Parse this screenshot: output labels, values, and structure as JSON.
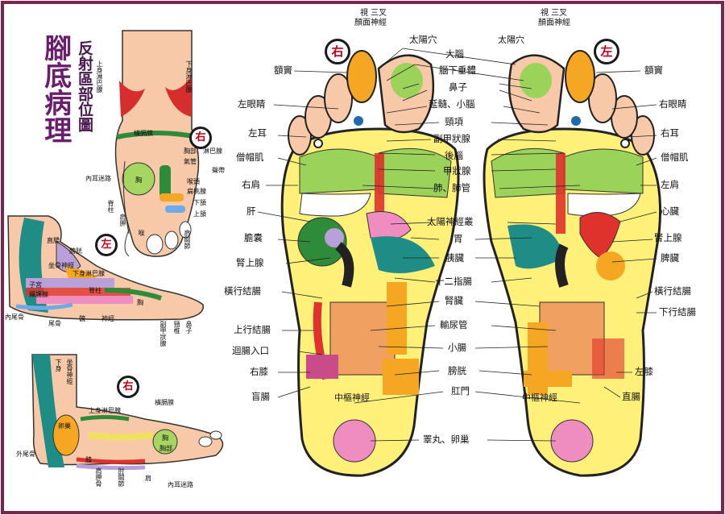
{
  "title": {
    "main": "腳底病理",
    "sub": "反射區部位圖"
  },
  "badges": {
    "right": "右",
    "left": "左"
  },
  "topLeftFoot": {
    "labels": {
      "lymphUpper": "上身淋巴腺",
      "lymphLower": "下身淋巴腺",
      "diaphragm": "橫膈膜",
      "chest": "胸部、淋巴腺",
      "trachea": "氣管",
      "innerEar": "內耳迷路",
      "chestZone": "胸",
      "tonsil": "扁桃腺",
      "jawLower": "下頷",
      "jawUpper": "上頷",
      "throatBelt": "喉頭",
      "shoulder": "肩胛",
      "spine": "脊柱",
      "shoulderJoint": "肩關節",
      "throat": "喉",
      "voiceBox": "聲帶"
    }
  },
  "midLeftFoot": {
    "labels": {
      "rectum": "直腸",
      "bladder": "膀胱",
      "sciatic": "坐骨神經",
      "lowerLymph": "下身淋巴腺",
      "uterus": "子宮",
      "prostate": "攝護腺",
      "coccyx": "內尾骨",
      "tailbone": "尾骨",
      "chest": "胸",
      "spine": "脊柱",
      "hip": "髖",
      "nerve": "神經",
      "bottom1": "副甲狀腺",
      "bottom2": "頸椎",
      "bottom3": "鼻子"
    }
  },
  "bottomLeftFoot": {
    "labels": {
      "lowerBody": "下身",
      "thighNerve": "坐骨神經",
      "ovaryLabel": "卵巢",
      "upperLymph": "上身淋巴腺",
      "diaphragm": "橫膈膜",
      "chestArea": "胸部",
      "outerTail": "外尾骨",
      "knee": "膝",
      "elbow": "肘關節",
      "shoulderBlade": "肩胛骨",
      "shoulder": "肩",
      "innerEar": "內耳迷路",
      "chestLabel": "胸"
    }
  },
  "rightFoot": {
    "topLabels": [
      "視 三叉",
      "顏面神經"
    ],
    "leftCol": [
      "額竇",
      "左眼睛",
      "左耳",
      "僧帽肌",
      "右肩",
      "肝",
      "膽囊",
      "腎上腺",
      "橫行結腸",
      "上行結腸",
      "迴腸入口",
      "右膝",
      "盲腸"
    ],
    "solar": "中樞神經"
  },
  "leftFoot": {
    "topLabels": [
      "視 三叉",
      "顏面神經"
    ],
    "rightCol": [
      "額竇",
      "右眼睛",
      "右耳",
      "僧帽肌",
      "左肩",
      "心臟",
      "腎上腺",
      "脾臟",
      "橫行結腸",
      "下行結腸",
      "左膝",
      "直腸"
    ],
    "solar": "中樞神經"
  },
  "centerLabels": [
    "太陽穴",
    "大腦",
    "腦下垂體",
    "鼻子",
    "延髓、小腦",
    "頸項",
    "副甲狀腺",
    "後腦",
    "甲狀腺",
    "肺、肺管",
    "太陽神經叢",
    "胃",
    "胰臟",
    "十二指腸",
    "腎臟",
    "輸尿管",
    "小腸",
    "膀胱",
    "肛門",
    "睪丸、卵巢"
  ],
  "leftTemple": "太陽穴",
  "colors": {
    "frame": "#7a2450",
    "skin": "#f8c9a8",
    "yellow": "#fff07a",
    "green": "#9bd35a",
    "orange": "#f5a623",
    "purple": "#b9a0d8",
    "pink": "#f08dc0",
    "red": "#e0322c",
    "teal": "#1f8c86",
    "blue": "#6fa9e8"
  }
}
